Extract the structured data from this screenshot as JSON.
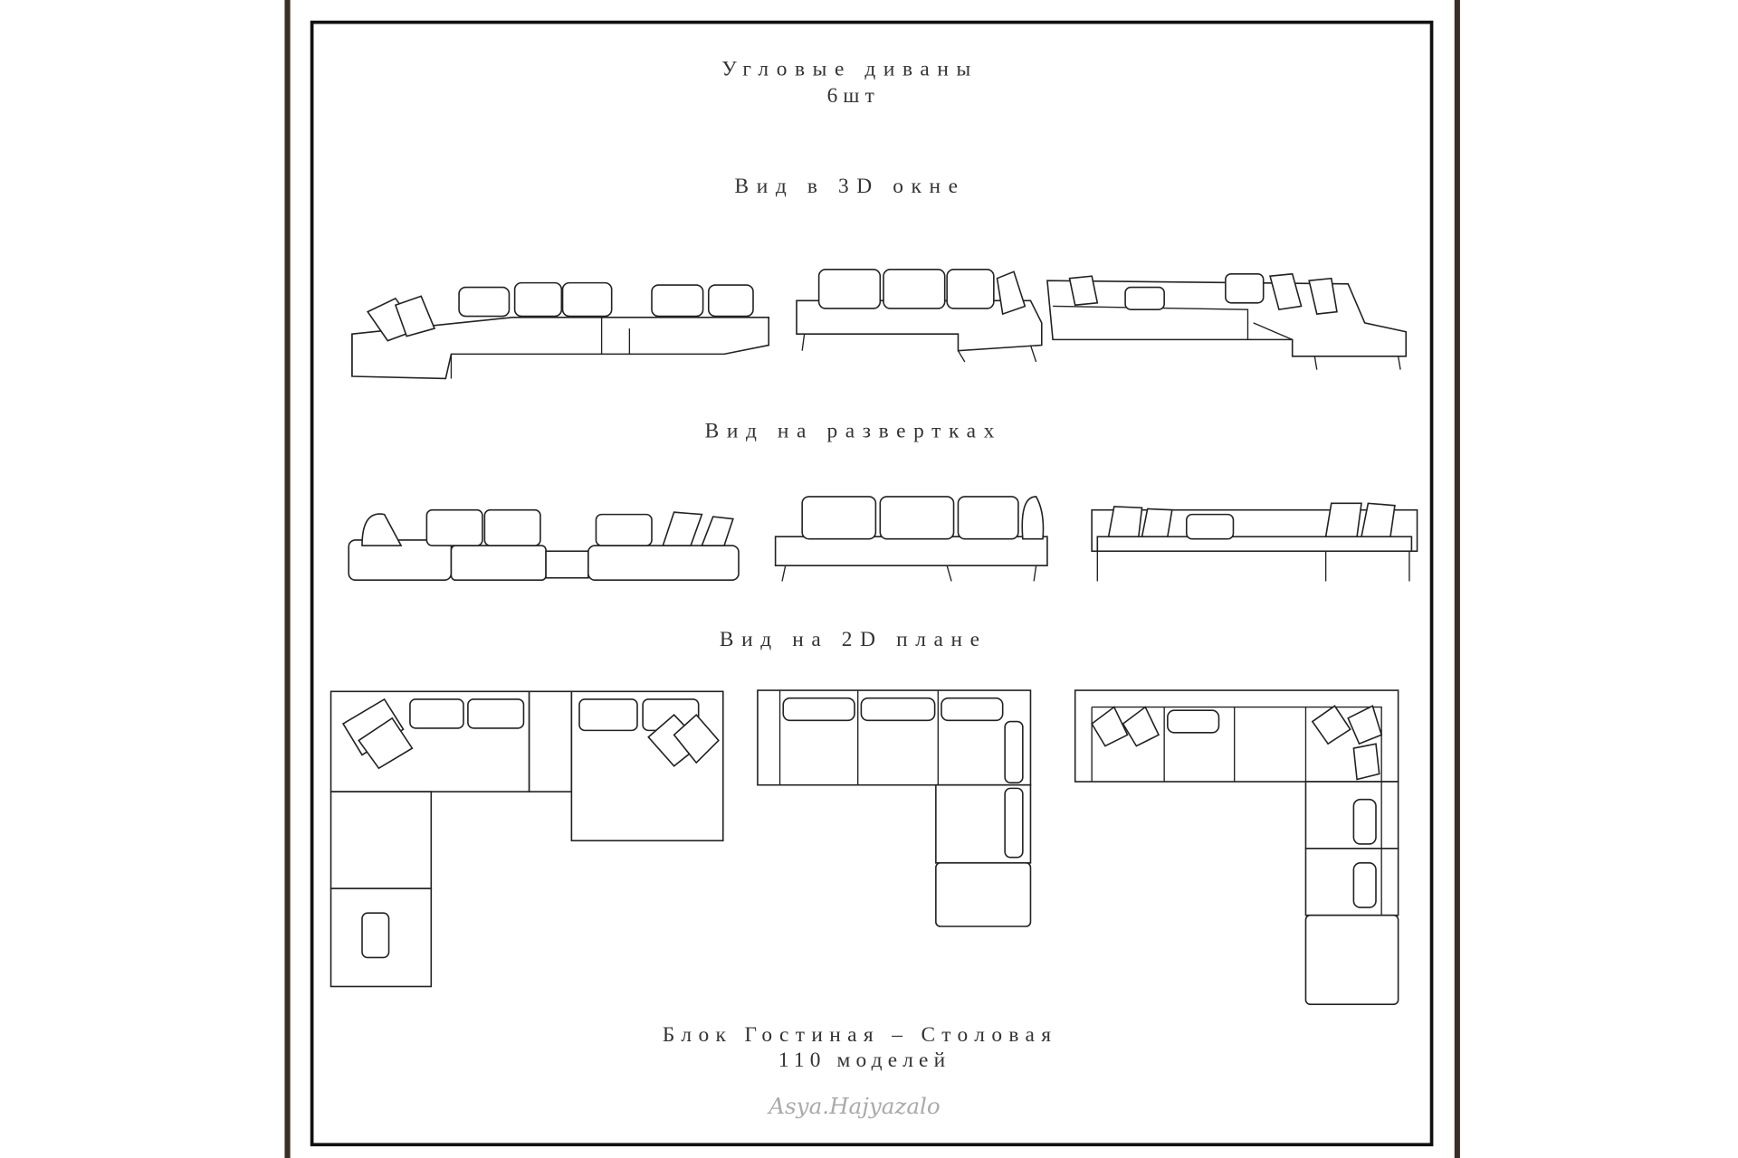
{
  "sheet": {
    "title": "Угловые диваны",
    "count": "6шт",
    "section_3d": "Вид в 3D окне",
    "section_elevations": "Вид на развертках",
    "section_plan": "Вид на 2D плане",
    "footer_block": "Блок Гостиная – Столовая",
    "footer_models": "110 моделей",
    "signature": "Asya.Hajyazalo"
  },
  "colors": {
    "border_outer": "#3a2e25",
    "frame": "#111111",
    "background": "#ffffff"
  }
}
